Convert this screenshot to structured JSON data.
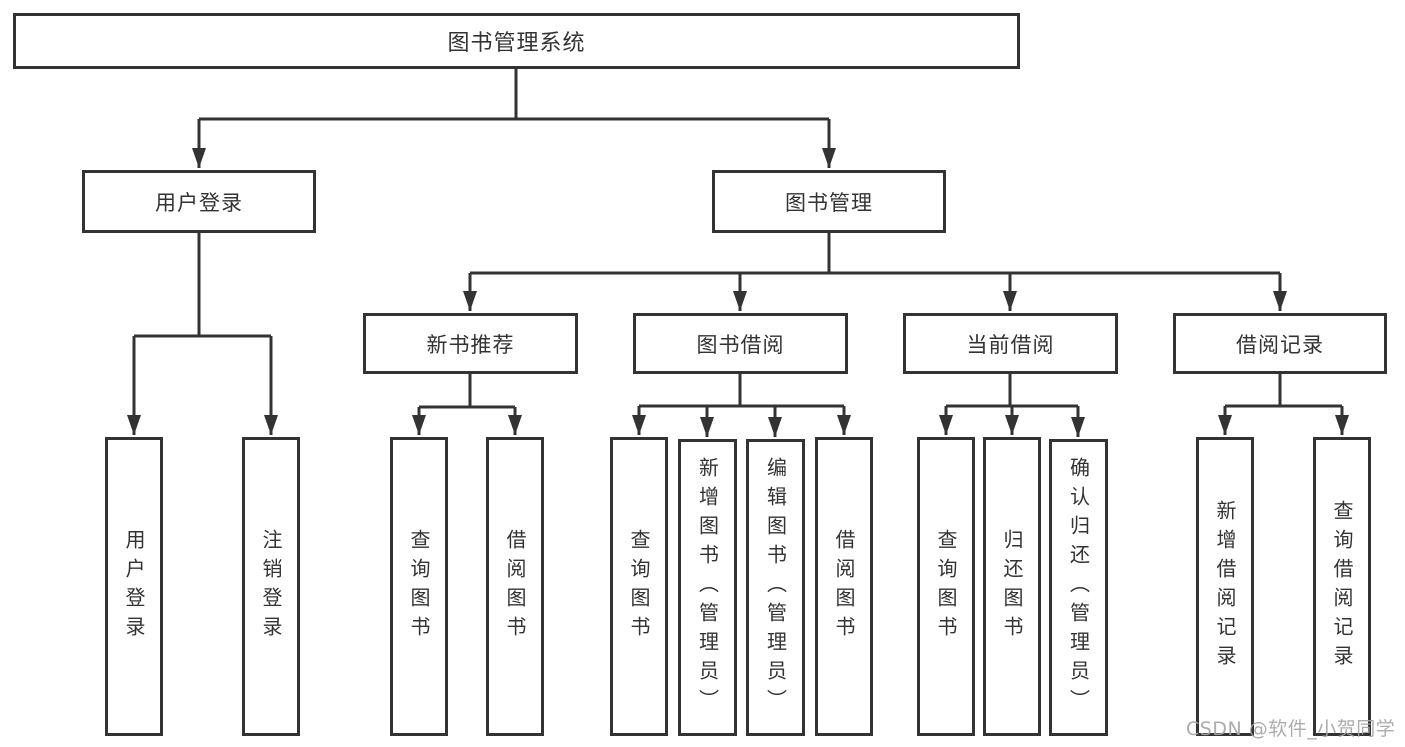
{
  "diagram": {
    "root": {
      "label": "图书管理系统"
    },
    "branches": [
      {
        "label": "用户登录",
        "children": [
          "用户登录",
          "注销登录"
        ]
      },
      {
        "label": "图书管理",
        "groups": [
          {
            "label": "新书推荐",
            "children": [
              "查询图书",
              "借阅图书"
            ]
          },
          {
            "label": "图书借阅",
            "children": [
              "查询图书",
              "新增图书（管理员）",
              "编辑图书（管理员）",
              "借阅图书"
            ]
          },
          {
            "label": "当前借阅",
            "children": [
              "查询图书",
              "归还图书",
              "确认归还（管理员）"
            ]
          },
          {
            "label": "借阅记录",
            "children": [
              "新增借阅记录",
              "查询借阅记录"
            ]
          }
        ]
      }
    ],
    "watermark": "CSDN @软件_小贺同学",
    "colors": {
      "line": "#333333",
      "text": "#333333",
      "box_fill": "#ffffff",
      "watermark": "#a6a6a6"
    }
  }
}
